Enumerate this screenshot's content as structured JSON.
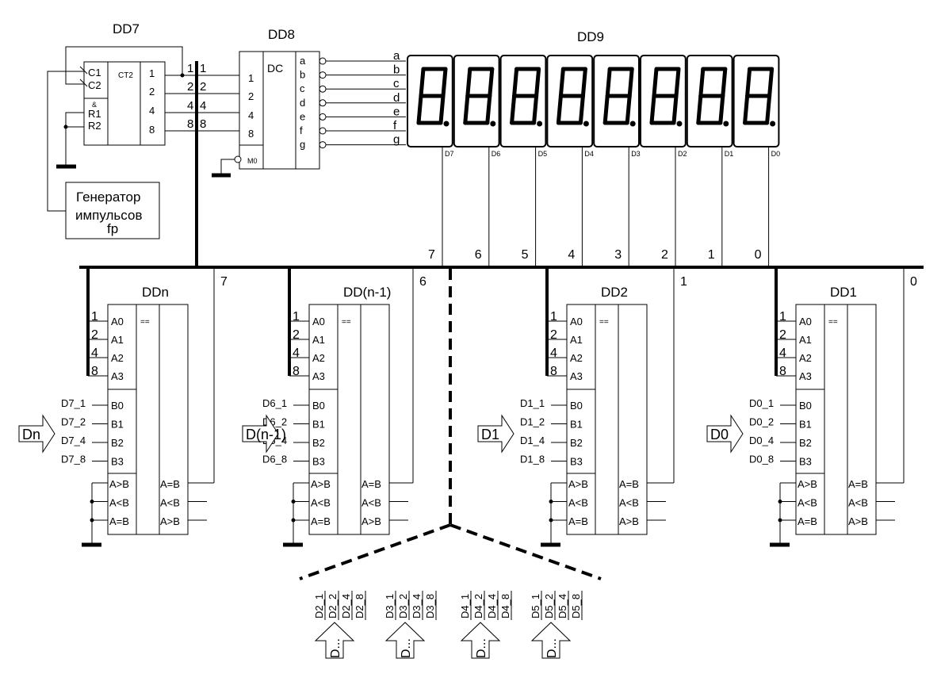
{
  "dd7": {
    "title": "DD7",
    "func": "CT2",
    "inputs": [
      "C1",
      "C2",
      "&",
      "R1",
      "R2"
    ],
    "outputs": [
      "1",
      "2",
      "4",
      "8"
    ]
  },
  "bus_top_labels": [
    "1",
    "2",
    "4",
    "8"
  ],
  "dd8": {
    "title": "DD8",
    "func": "DC",
    "inputs": [
      "1",
      "2",
      "4",
      "8"
    ],
    "enable": "M0",
    "outputs": [
      "a",
      "b",
      "c",
      "d",
      "e",
      "f",
      "g"
    ]
  },
  "segment_lines": [
    "a",
    "b",
    "c",
    "d",
    "e",
    "f",
    "g"
  ],
  "dd9": {
    "title": "DD9",
    "digits": [
      "D7",
      "D6",
      "D5",
      "D4",
      "D3",
      "D2",
      "D1",
      "D0"
    ]
  },
  "generator": {
    "line1": "Генератор",
    "line2": "импульсов",
    "line3": "fp"
  },
  "bus_numbers": [
    "7",
    "6",
    "5",
    "4",
    "3",
    "2",
    "1",
    "0"
  ],
  "comparators": [
    {
      "title": "DDn",
      "out_num": "7",
      "arrow": "Dn",
      "b_inputs": [
        "D7_1",
        "D7_2",
        "D7_4",
        "D7_8"
      ]
    },
    {
      "title": "DD(n-1)",
      "out_num": "6",
      "arrow": "D(n-1)",
      "b_inputs": [
        "D6_1",
        "D6_2",
        "D6_4",
        "D6_8"
      ]
    },
    {
      "title": "DD2",
      "out_num": "1",
      "arrow": "D1",
      "b_inputs": [
        "D1_1",
        "D1_2",
        "D1_4",
        "D1_8"
      ]
    },
    {
      "title": "DD1",
      "out_num": "0",
      "arrow": "D0",
      "b_inputs": [
        "D0_1",
        "D0_2",
        "D0_4",
        "D0_8"
      ]
    }
  ],
  "comparator_common": {
    "func": "==",
    "a_weights": [
      "1",
      "2",
      "4",
      "8"
    ],
    "a_pins": [
      "A0",
      "A1",
      "A2",
      "A3"
    ],
    "b_pins": [
      "B0",
      "B1",
      "B2",
      "B3"
    ],
    "cascade_in": [
      "A>B",
      "A<B",
      "A=B"
    ],
    "outputs": [
      "A=B",
      "A<B",
      "A>B"
    ]
  },
  "hidden_groups": [
    {
      "labels": [
        "D2_1",
        "D2_2",
        "D2_4",
        "D2_8"
      ],
      "arrow": "D..."
    },
    {
      "labels": [
        "D3_1",
        "D3_2",
        "D3_4",
        "D3_8"
      ],
      "arrow": "D..."
    },
    {
      "labels": [
        "D4_1",
        "D4_2",
        "D4_4",
        "D4_8"
      ],
      "arrow": "D..."
    },
    {
      "labels": [
        "D5_1",
        "D5_2",
        "D5_4",
        "D5_8"
      ],
      "arrow": "D..."
    }
  ]
}
